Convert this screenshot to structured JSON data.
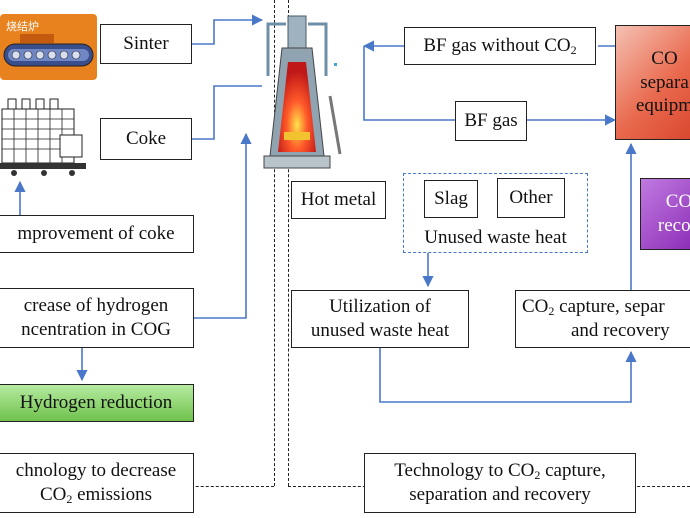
{
  "sinter_machine_label": "烧结炉",
  "boxes": {
    "sinter": "Sinter",
    "coke": "Coke",
    "improvement_coke": "mprovement of coke",
    "hydrogen_line1": "crease of hydrogen",
    "hydrogen_line2": "ncentration in COG",
    "hydrogen_reduction": "Hydrogen reduction",
    "decrease_line1": "chnology to decrease",
    "decrease_line2_prefix": "CO",
    "decrease_line2_sub": "2",
    "decrease_line2_suffix": " emissions",
    "bf_gas_without_prefix": "BF gas without CO",
    "bf_gas_without_sub": "2",
    "bf_gas": "BF gas",
    "hot_metal": "Hot metal",
    "slag": "Slag",
    "other": "Other",
    "unused_waste_heat": "Unused waste heat",
    "utilization_line1": "Utilization of",
    "utilization_line2": "unused waste heat",
    "capture_line1_prefix": "CO",
    "capture_line1_sub": "2",
    "capture_line1_suffix": " capture, separ",
    "capture_line2": "and recovery",
    "tech_line1_prefix": "Technology to CO",
    "tech_line1_sub": "2",
    "tech_line1_suffix": " capture,",
    "tech_line2": "separation and recovery",
    "sep_line1": "CO",
    "sep_line2": "separa",
    "sep_line3": "equipm",
    "rec_line1": "CO",
    "rec_line2": "recov"
  },
  "colors": {
    "arrow": "#4a78c8",
    "sinter_machine": "#e8821e",
    "hydrogen_reduction_fill": "#8fd470",
    "separation_fill": "#e0553a",
    "recovery_fill": "#8a2ab5"
  }
}
